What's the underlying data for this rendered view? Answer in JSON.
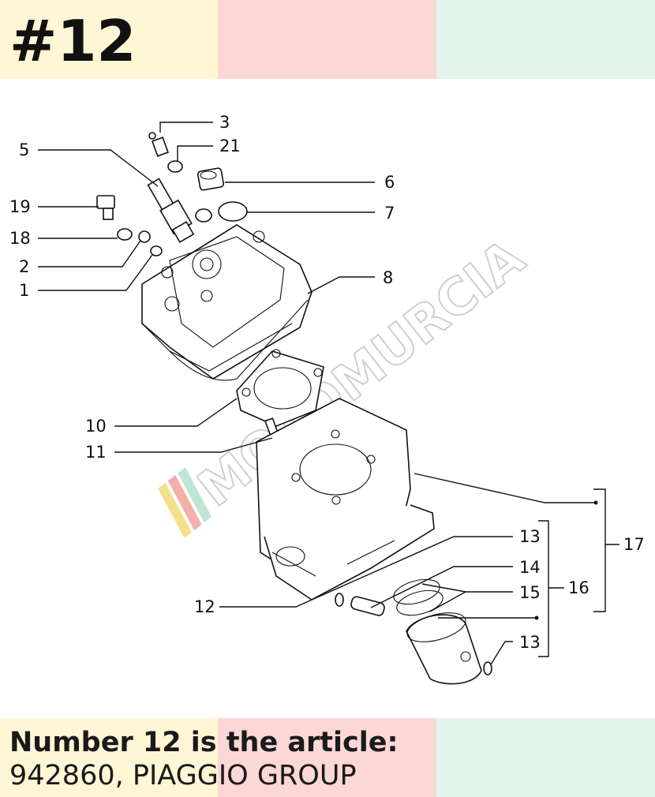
{
  "header": {
    "item_number": "#12"
  },
  "caption": {
    "title": "Number 12 is the article:",
    "article": "942860, PIAGGIO GROUP"
  },
  "colors": {
    "band_yellow": "#fff6d5",
    "band_pink": "#fbd7d5",
    "band_mint": "#e3f4ec"
  },
  "watermark": {
    "text": "MOTOMURCIA"
  },
  "callouts": {
    "c1": "1",
    "c2": "2",
    "c3": "3",
    "c5": "5",
    "c6": "6",
    "c7": "7",
    "c8": "8",
    "c10": "10",
    "c11": "11",
    "c12": "12",
    "c13a": "13",
    "c13b": "13",
    "c14": "14",
    "c15": "15",
    "c16": "16",
    "c17": "17",
    "c18": "18",
    "c19": "19",
    "c21": "21"
  }
}
